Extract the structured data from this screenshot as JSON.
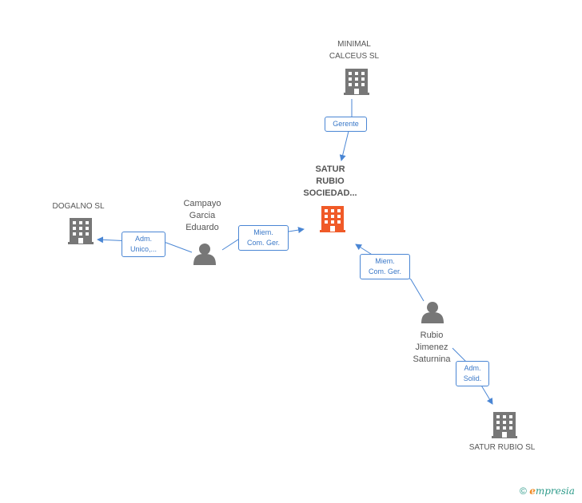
{
  "nodes": {
    "minimal": {
      "label_lines": [
        "MINIMAL",
        "CALCEUS SL"
      ]
    },
    "main": {
      "label_lines": [
        "SATUR",
        "RUBIO",
        "SOCIEDAD..."
      ]
    },
    "dogalno": {
      "label_lines": [
        "DOGALNO SL"
      ]
    },
    "campayo": {
      "label_lines": [
        "Campayo",
        "Garcia",
        "Eduardo"
      ]
    },
    "rubio": {
      "label_lines": [
        "Rubio",
        "Jimenez",
        "Saturnina"
      ]
    },
    "satur_sl": {
      "label_lines": [
        "SATUR RUBIO SL"
      ]
    }
  },
  "edges": {
    "gerente": {
      "lines": [
        "Gerente"
      ]
    },
    "adm_unico": {
      "lines": [
        "Adm.",
        "Unico,..."
      ]
    },
    "miem_campayo": {
      "lines": [
        "Miem.",
        "Com. Ger."
      ]
    },
    "miem_rubio": {
      "lines": [
        "Miem.",
        "Com. Ger."
      ]
    },
    "adm_solid": {
      "lines": [
        "Adm.",
        "Solid."
      ]
    }
  },
  "colors": {
    "accent": "#f05a28",
    "company": "#777777",
    "person": "#777777",
    "edge": "#4a86d4"
  },
  "footer": {
    "copyright": "©",
    "brand_e": "e",
    "brand_rest": "mpresia"
  }
}
